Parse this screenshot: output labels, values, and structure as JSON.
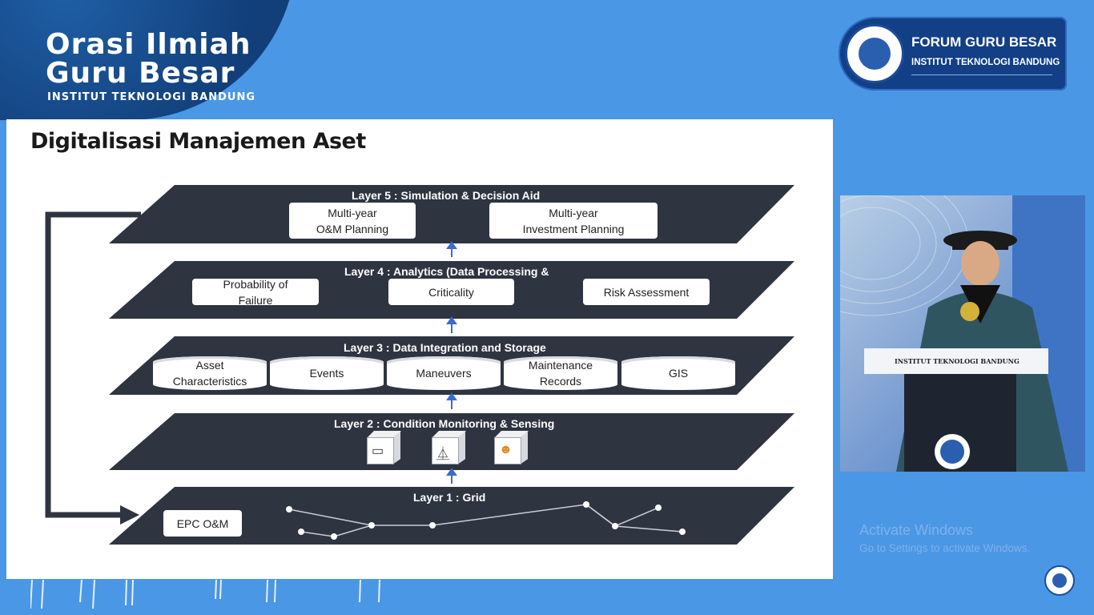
{
  "banner": {
    "title_line1": "Orasi Ilmiah",
    "title_line2": "Guru Besar",
    "subtitle": "INSTITUT TEKNOLOGI BANDUNG"
  },
  "forum": {
    "title": "FORUM GURU BESAR",
    "subtitle": "INSTITUT TEKNOLOGI BANDUNG"
  },
  "slide": {
    "title": "Digitalisasi Manajemen Aset",
    "layer5": {
      "label": "Layer 5 : Simulation & Decision Aid",
      "boxes": [
        "Multi-year\nO&M Planning",
        "Multi-year\nInvestment Planning"
      ]
    },
    "layer4": {
      "label": "Layer 4 : Analytics (Data Processing &",
      "boxes": [
        "Probability of\nFailure",
        "Criticality",
        "Risk Assessment"
      ]
    },
    "layer3": {
      "label": "Layer 3 : Data Integration and Storage",
      "stores": [
        "Asset\nCharacteristics",
        "Events",
        "Maneuvers",
        "Maintenance\nRecords",
        "GIS"
      ]
    },
    "layer2": {
      "label": "Layer 2 : Condition Monitoring & Sensing",
      "icons": [
        "sensor-device-icon",
        "tower-antenna-icon",
        "field-worker-icon"
      ]
    },
    "layer1": {
      "label": "Layer 1 : Grid",
      "box": "EPC O&M"
    }
  },
  "video": {
    "podium_text": "INSTITUT TEKNOLOGI BANDUNG"
  },
  "watermark": {
    "line1": "Activate Windows",
    "line2": "Go to Settings to activate Windows."
  },
  "colors": {
    "background": "#4a97e6",
    "banner": "#123f7a",
    "layer": "#2e3440",
    "arrow": "#3a6bd0"
  }
}
